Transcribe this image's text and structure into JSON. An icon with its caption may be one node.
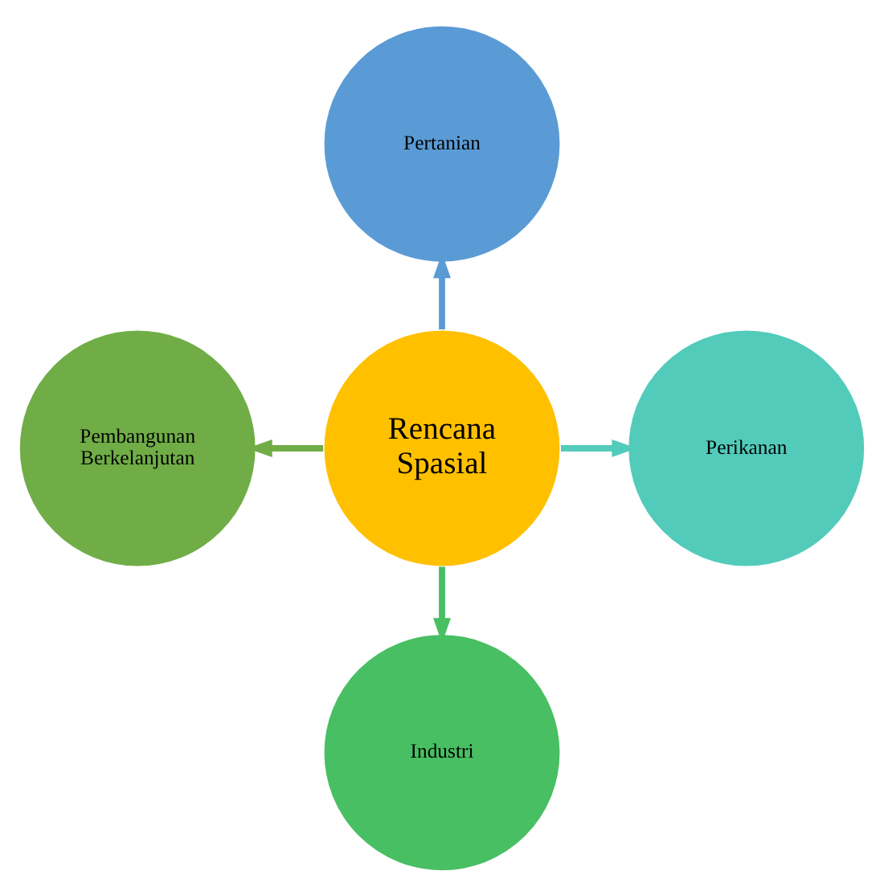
{
  "diagram": {
    "nodes": [
      {
        "text": [
          "Pertanian"
        ]
      },
      {
        "text": [
          "Pembangunan Berkelanjutan"
        ]
      },
      {
        "text": [
          "Rencana Spasial"
        ]
      },
      {
        "text": [
          "Perikanan"
        ]
      },
      {
        "text": [
          "Industri"
        ]
      }
    ],
    "edges": [
      {
        "from": 2,
        "to": 0,
        "arrow": "to",
        "color": "#5b9bd5"
      },
      {
        "from": 2,
        "to": 1,
        "arrow": "to",
        "color": "#70ad47"
      },
      {
        "from": 2,
        "to": 3,
        "arrow": "to",
        "color": "#52cbbb"
      },
      {
        "from": 2,
        "to": 4,
        "arrow": "to",
        "color": "#48bf62"
      }
    ]
  }
}
